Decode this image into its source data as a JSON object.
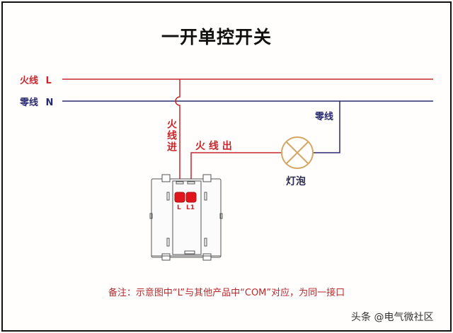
{
  "title": "一开单控开关",
  "lines": {
    "live": {
      "label": "火线",
      "letter": "L",
      "color": "#c8262c"
    },
    "neutral": {
      "label": "零线",
      "letter": "N",
      "color": "#2a2a6e"
    }
  },
  "wire_labels": {
    "live_in": "火线进",
    "live_out": "火 线 出",
    "neutral_drop": "零线"
  },
  "lamp": {
    "label": "灯泡",
    "color": "#d4a86a"
  },
  "switch": {
    "terminals": [
      {
        "label": "L"
      },
      {
        "label": "L1"
      }
    ],
    "terminal_color": "#e0161c"
  },
  "note": "备注：示意图中“L”与其他产品中“COM”对应，为同一接口",
  "watermark": "头条 @电气微社区"
}
